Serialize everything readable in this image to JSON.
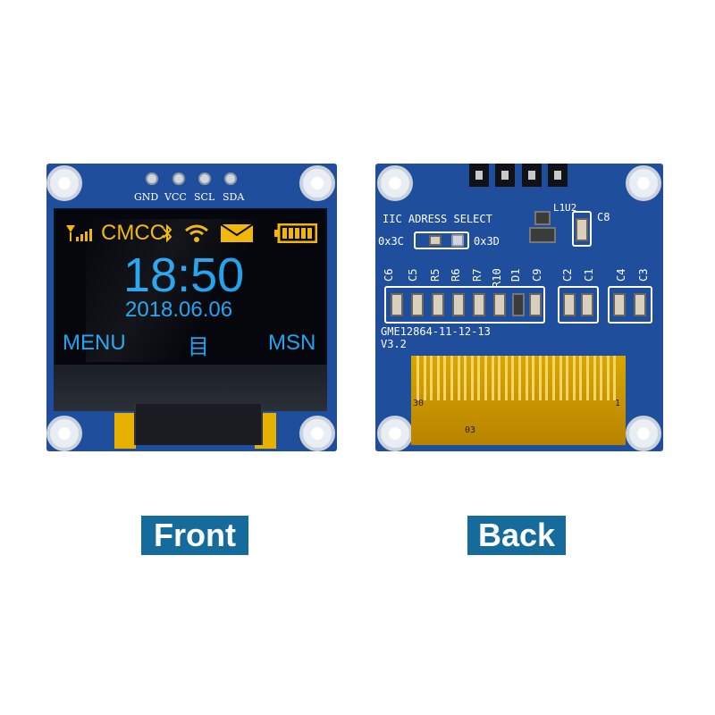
{
  "front": {
    "pins": [
      "GND",
      "VCC",
      "SCL",
      "SDA"
    ],
    "status_bar": {
      "carrier": "CMCC"
    },
    "clock": "18:50",
    "date": "2018.06.06",
    "menu_left": "MENU",
    "menu_center": "目",
    "menu_right": "MSN",
    "label": "Front"
  },
  "back": {
    "address_select": "IIC ADRESS SELECT",
    "addr_left": "0x3C",
    "addr_right": "0x3D",
    "designators": [
      "C6",
      "C5",
      "R5",
      "R6",
      "R7",
      "R10",
      "D1",
      "C9",
      "C2",
      "C1",
      "C4",
      "C3"
    ],
    "l1": "L1",
    "u2": "U2",
    "c8": "C8",
    "model": "GME12864-11-12-13",
    "version": "V3.2",
    "ffc_mark_left": "30",
    "ffc_mark_right": "1",
    "ffc_mark_bottom": "03",
    "label": "Back"
  },
  "colors": {
    "pcb": "#1f4e9c",
    "oled_yellow": "#f2b705",
    "oled_blue": "#1fa4f0",
    "label_bg": "#156b9c"
  },
  "icons": [
    "signal-icon",
    "bluetooth-icon",
    "wifi-icon",
    "envelope-icon",
    "battery-icon"
  ]
}
